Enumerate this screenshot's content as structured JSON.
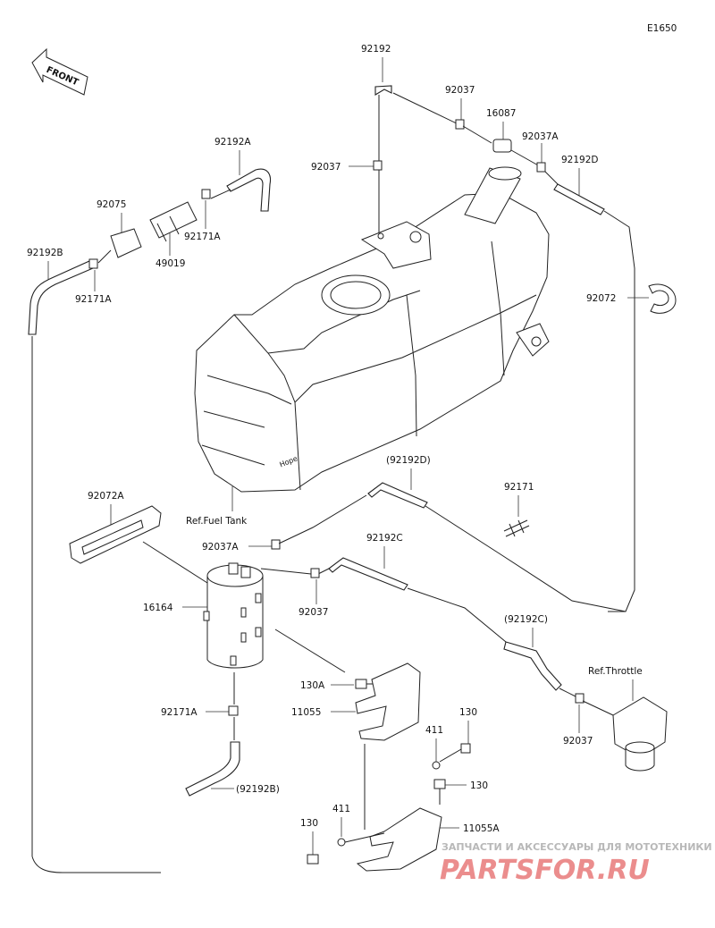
{
  "diagram_code": "E1650",
  "front_arrow_label": "FRONT",
  "labels": {
    "p92192": "92192",
    "p92037_top": "92037",
    "p16087": "16087",
    "p92037A_top": "92037A",
    "p92192D": "92192D",
    "p92037_left": "92037",
    "p92192A": "92192A",
    "p92075": "92075",
    "p92171A_upper": "92171A",
    "p49019": "49019",
    "p92192B": "92192B",
    "p92171A_left": "92171A",
    "p92072": "92072",
    "ref_fuel_tank": "Ref.Fuel Tank",
    "p92192D_paren": "(92192D)",
    "p92171": "92171",
    "p92072A": "92072A",
    "p92037A_mid": "92037A",
    "p92192C": "92192C",
    "p16164": "16164",
    "p92037_mid": "92037",
    "p92192C_paren": "(92192C)",
    "ref_throttle": "Ref.Throttle",
    "p130A": "130A",
    "p11055": "11055",
    "p92171A_lower": "92171A",
    "p130_right": "130",
    "p411_upper": "411",
    "p92037_bottom": "92037",
    "p92192B_paren": "(92192B)",
    "p130_mid": "130",
    "p411_lower": "411",
    "p11055A": "11055A",
    "p130_left": "130"
  },
  "watermark": {
    "tagline": "ЗАПЧАСТИ И АКСЕССУАРЫ ДЛЯ МОТОТЕХНИКИ",
    "brand": "PARTSFOR.RU"
  }
}
